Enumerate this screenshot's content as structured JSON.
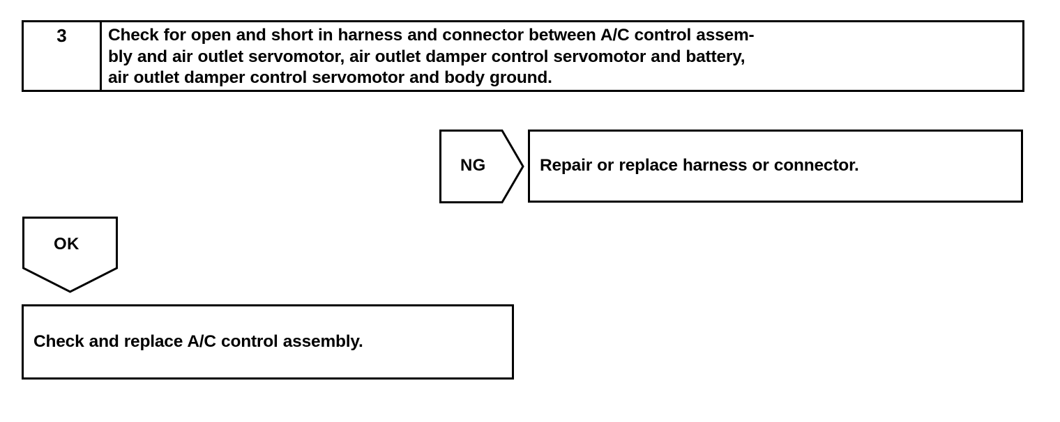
{
  "document": {
    "type": "diagnostic-flowchart",
    "background_color": "#ffffff",
    "line_color": "#000000",
    "text_color": "#000000"
  },
  "step": {
    "number": "3",
    "description": "Check for open and short in harness and connector between A/C control assem-\nbly and air outlet servomotor, air outlet damper control servomotor and battery,\nair outlet damper control servomotor and body ground."
  },
  "branches": [
    {
      "flag": "NG",
      "direction": "right",
      "action": "Repair or replace harness or connector."
    },
    {
      "flag": "OK",
      "direction": "down",
      "action": "Check and replace A/C control assembly."
    }
  ],
  "ng_branch": {
    "flag_label": "NG",
    "action_text": "Repair or replace harness or connector."
  },
  "ok_branch": {
    "flag_label": "OK",
    "action_text": "Check and replace A/C control assembly."
  }
}
